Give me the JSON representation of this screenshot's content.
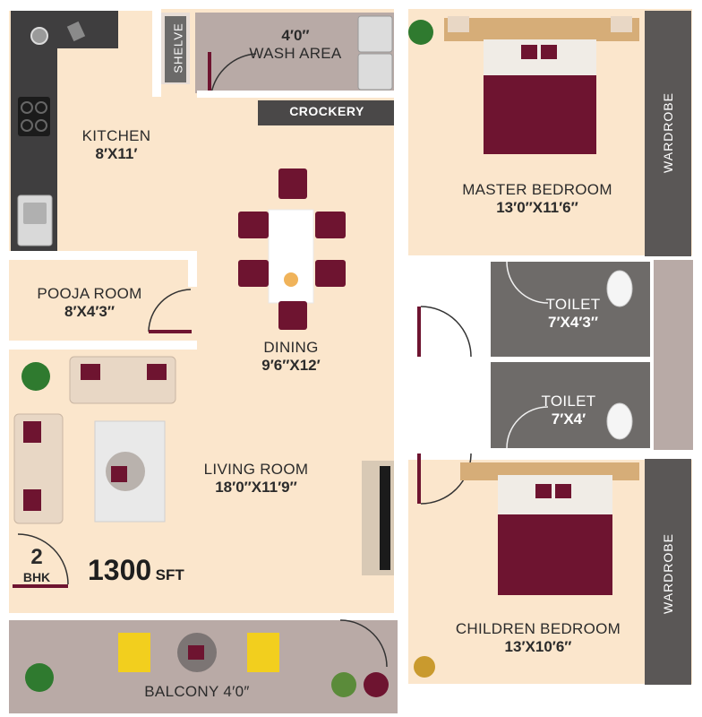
{
  "rooms": {
    "kitchen": {
      "name": "KITCHEN",
      "dim": "8′X11′"
    },
    "wash_area": {
      "dim": "4′0″",
      "name": "WASH AREA"
    },
    "shelve": {
      "name": "SHELVE"
    },
    "crockery": {
      "name": "CROCKERY"
    },
    "master_bedroom": {
      "name": "MASTER BEDROOM",
      "dim": "13′0″X11′6″"
    },
    "wardrobe_top": {
      "name": "WARDROBE"
    },
    "pooja_room": {
      "name": "POOJA ROOM",
      "dim": "8′X4′3″"
    },
    "dining": {
      "name": "DINING",
      "dim": "9′6″X12′"
    },
    "toilet_1": {
      "name": "TOILET",
      "dim": "7′X4′3″"
    },
    "toilet_2": {
      "name": "TOILET",
      "dim": "7′X4′"
    },
    "living_room": {
      "name": "LIVING ROOM",
      "dim": "18′0″X11′9″"
    },
    "children_bedroom": {
      "name": "CHILDREN BEDROOM",
      "dim": "13′X10′6″"
    },
    "wardrobe_bottom": {
      "name": "WARDROBE"
    },
    "balcony": {
      "name": "BALCONY 4′0″"
    }
  },
  "plan_info": {
    "bhk_number": "2",
    "bhk_label": "BHK",
    "area_value": "1300",
    "area_unit": "SFT"
  },
  "colors": {
    "floor": "#fbe6cc",
    "wall": "#ffffff",
    "wet_area": "#6e6b69",
    "wash_area": "#b8aaa6",
    "maroon": "#6e1430",
    "counter": "#3f3e3f",
    "wardrobe": "#5a5756",
    "balcony": "#b9aaa6",
    "sofa": "#e8d7c5"
  }
}
